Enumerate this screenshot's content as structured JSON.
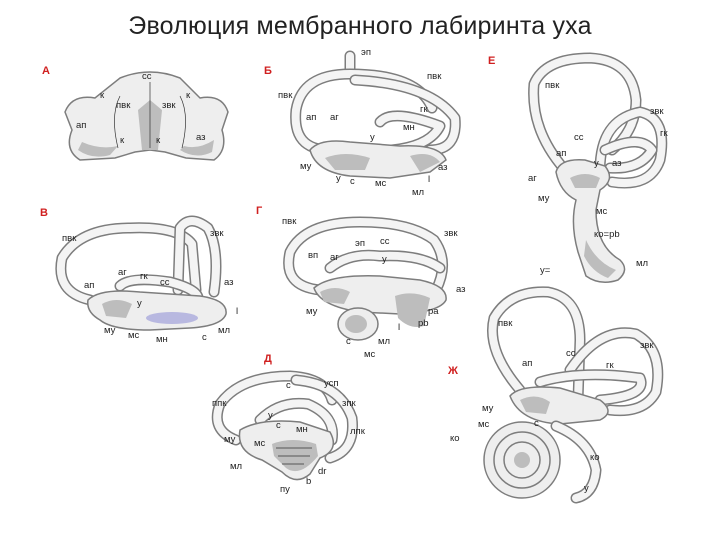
{
  "title": "Эволюция мембранного лабиринта уха",
  "panels": {
    "A": {
      "letter": "А",
      "labels": [
        "сс",
        "к",
        "пвк",
        "звк",
        "к",
        "ап",
        "аз",
        "к",
        "к"
      ]
    },
    "B": {
      "letter": "Б",
      "labels": [
        "эп",
        "пвк",
        "пвк",
        "гк",
        "ап",
        "аг",
        "мн",
        "у",
        "аз",
        "му",
        "у",
        "с",
        "мс",
        "l",
        "мл"
      ]
    },
    "E": {
      "letter": "Е",
      "labels": [
        "пвк",
        "звк",
        "гк",
        "сс",
        "ап",
        "у",
        "аз",
        "аг",
        "му",
        "мс",
        "ко=рb",
        "мл",
        "у="
      ]
    },
    "V": {
      "letter": "В",
      "labels": [
        "пвк",
        "звк",
        "аг",
        "гк",
        "ап",
        "сс",
        "аз",
        "у",
        "l",
        "мл",
        "му",
        "мс",
        "мн",
        "с"
      ]
    },
    "G": {
      "letter": "Г",
      "labels": [
        "пвк",
        "звк",
        "эп",
        "сс",
        "вп",
        "аг",
        "у",
        "аз",
        "му",
        "ра",
        "l",
        "рb",
        "с",
        "мл",
        "мс"
      ]
    },
    "D": {
      "letter": "Д",
      "labels": [
        "с",
        "усп",
        "ппк",
        "зпк",
        "у",
        "с",
        "мн",
        "лпк",
        "му",
        "мс",
        "мл",
        "dr",
        "b",
        "пу"
      ]
    },
    "Zh": {
      "letter": "Ж",
      "labels": [
        "пвк",
        "звк",
        "ап",
        "сс",
        "гк",
        "му",
        "мс",
        "с",
        "ко",
        "ко",
        "у"
      ]
    }
  }
}
